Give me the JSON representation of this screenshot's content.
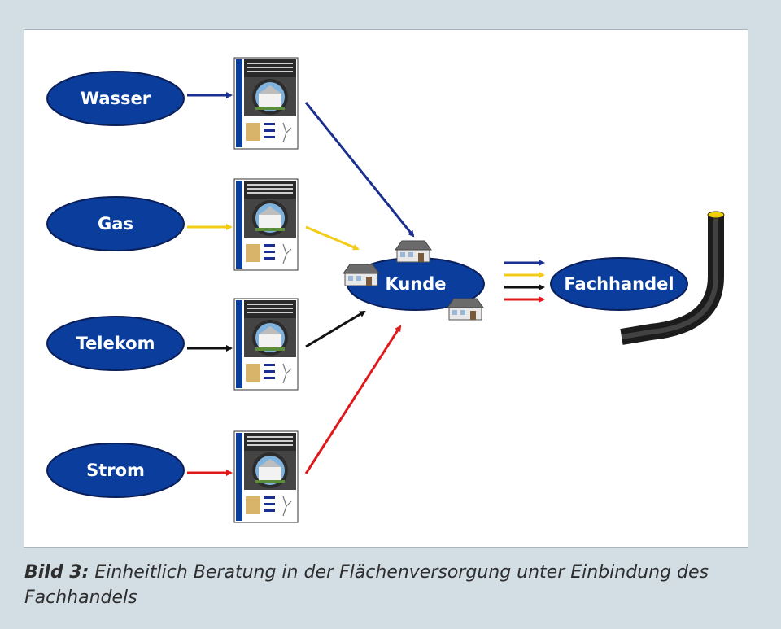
{
  "diagram": {
    "sources": [
      {
        "label": "Wasser",
        "arrow_color": "#1a2f8f"
      },
      {
        "label": "Gas",
        "arrow_color": "#f3cc18"
      },
      {
        "label": "Telekom",
        "arrow_color": "#111111"
      },
      {
        "label": "Strom",
        "arrow_color": "#e0181a"
      }
    ],
    "center": {
      "label": "Kunde"
    },
    "target": {
      "label": "Fachhandel"
    },
    "colors": {
      "node_fill": "#0b3d9c",
      "node_border": "#0a1f5a"
    }
  },
  "caption": {
    "figure_label": "Bild 3:",
    "text": "Einheitlich Beratung in der Flächenversorgung unter Einbindung des Fachhandels"
  }
}
